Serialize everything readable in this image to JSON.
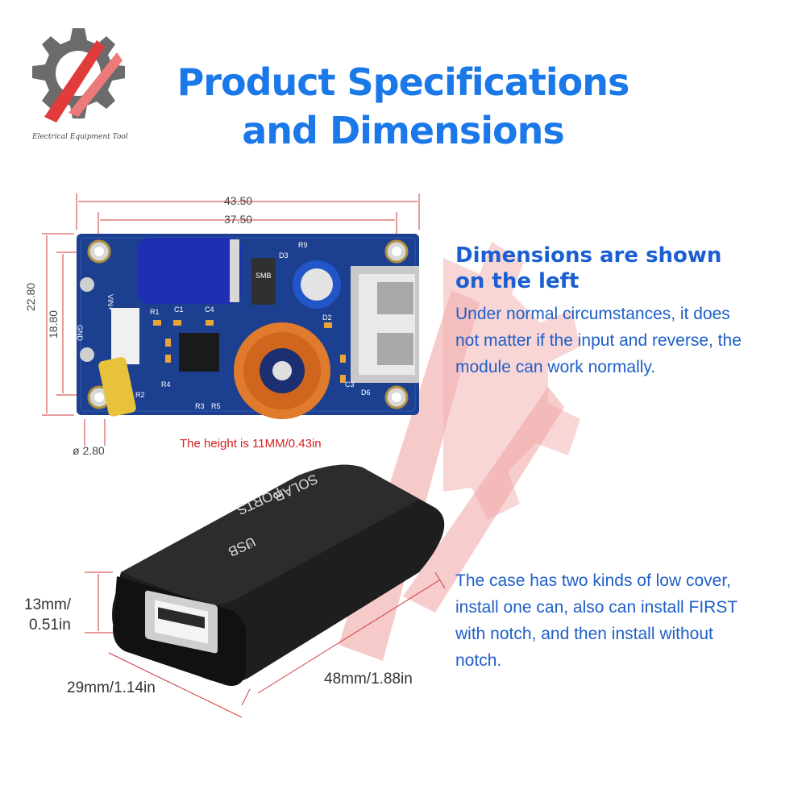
{
  "logo": {
    "tagline": "Electrical Equipment Tool"
  },
  "title": {
    "line1": "Product Specifications",
    "line2": "and Dimensions"
  },
  "pcb_dimensions": {
    "width_outer": "43.50",
    "width_hole_spacing": "37.50",
    "height_outer": "22.80",
    "height_hole_spacing": "18.80",
    "hole_diameter": "ø 2.80",
    "height_note": "The height is 11MM/0.43in"
  },
  "pcb_labels": {
    "vin": "VIN+",
    "gnd": "GND",
    "components": [
      "R9",
      "D3",
      "SMB",
      "R1",
      "C1",
      "C4",
      "D2",
      "R2",
      "R4",
      "R3",
      "R5",
      "C3",
      "D6"
    ]
  },
  "info": {
    "heading_line1": "Dimensions are shown",
    "heading_line2": "on the left",
    "desc_lines": [
      "Under normal circumstances, it does",
      "not matter if the input and reverse, the",
      "module can work normally."
    ],
    "case_lines": [
      "The case has two kinds of low cover,",
      "install one can, also can install FIRST",
      "with notch, and then install without",
      "notch."
    ]
  },
  "case": {
    "label_solar": "SOLAR",
    "label_ports": "PORTS",
    "label_usb": "USB",
    "height_line1": "13mm/",
    "height_line2": "0.51in",
    "width": "29mm/1.14in",
    "length": "48mm/1.88in"
  },
  "colors": {
    "title_blue": "#1a78e8",
    "text_blue": "#1e5fc8",
    "pcb_blue": "#1c3f8f",
    "note_red": "#d42020",
    "watermark_red": "#f3b0b0"
  }
}
